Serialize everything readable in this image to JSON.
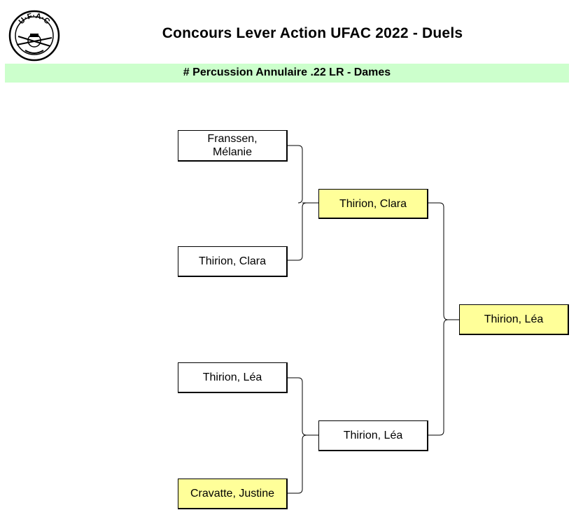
{
  "header": {
    "title": "Concours Lever Action UFAC 2022 - Duels",
    "subtitle": "# Percussion Annulaire .22 LR - Dames",
    "subtitle_bg": "#ccffcc",
    "logo_text": "UFAC"
  },
  "bracket": {
    "round1": [
      {
        "name": "Franssen,\nMélanie",
        "winner": false
      },
      {
        "name": "Thirion, Clara",
        "winner": false
      },
      {
        "name": "Thirion, Léa",
        "winner": false
      },
      {
        "name": "Cravatte, Justine",
        "winner": true
      }
    ],
    "round2": [
      {
        "name": "Thirion, Clara",
        "winner": true
      },
      {
        "name": "Thirion, Léa",
        "winner": false
      }
    ],
    "final": {
      "name": "Thirion, Léa",
      "winner": true
    },
    "winner_color": "#ffff99"
  }
}
